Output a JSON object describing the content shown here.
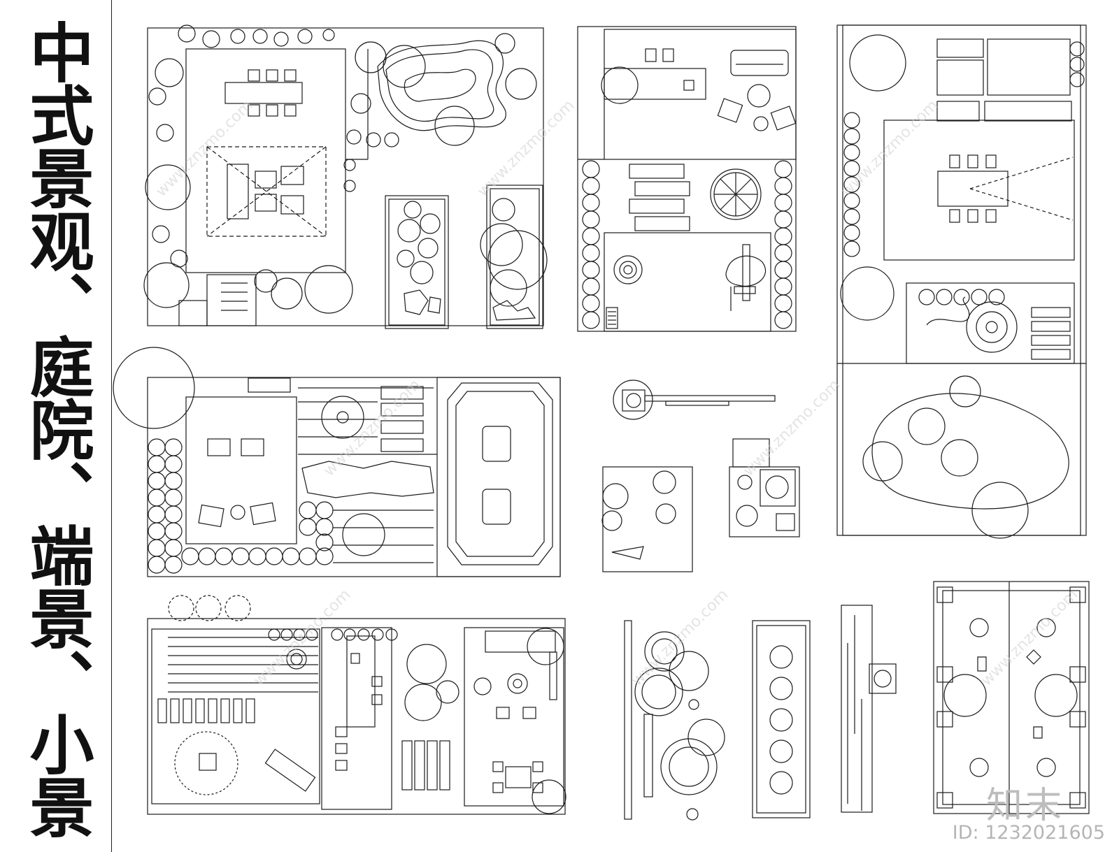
{
  "title": "中式景观、庭院、端景、小景",
  "brand": "知末",
  "image_id": "ID: 1232021605",
  "watermark": "www.znzmo.com",
  "colors": {
    "line": "#1a1a1a",
    "background": "#ffffff",
    "watermark": "#c8c8c8"
  },
  "plans": [
    "pond-garden-plan",
    "lounge-courtyard-plan",
    "dining-courtyard-plan",
    "pool-terrace-plan",
    "planter-strip-plans",
    "deck-garden-plan",
    "pavilion-plan"
  ]
}
